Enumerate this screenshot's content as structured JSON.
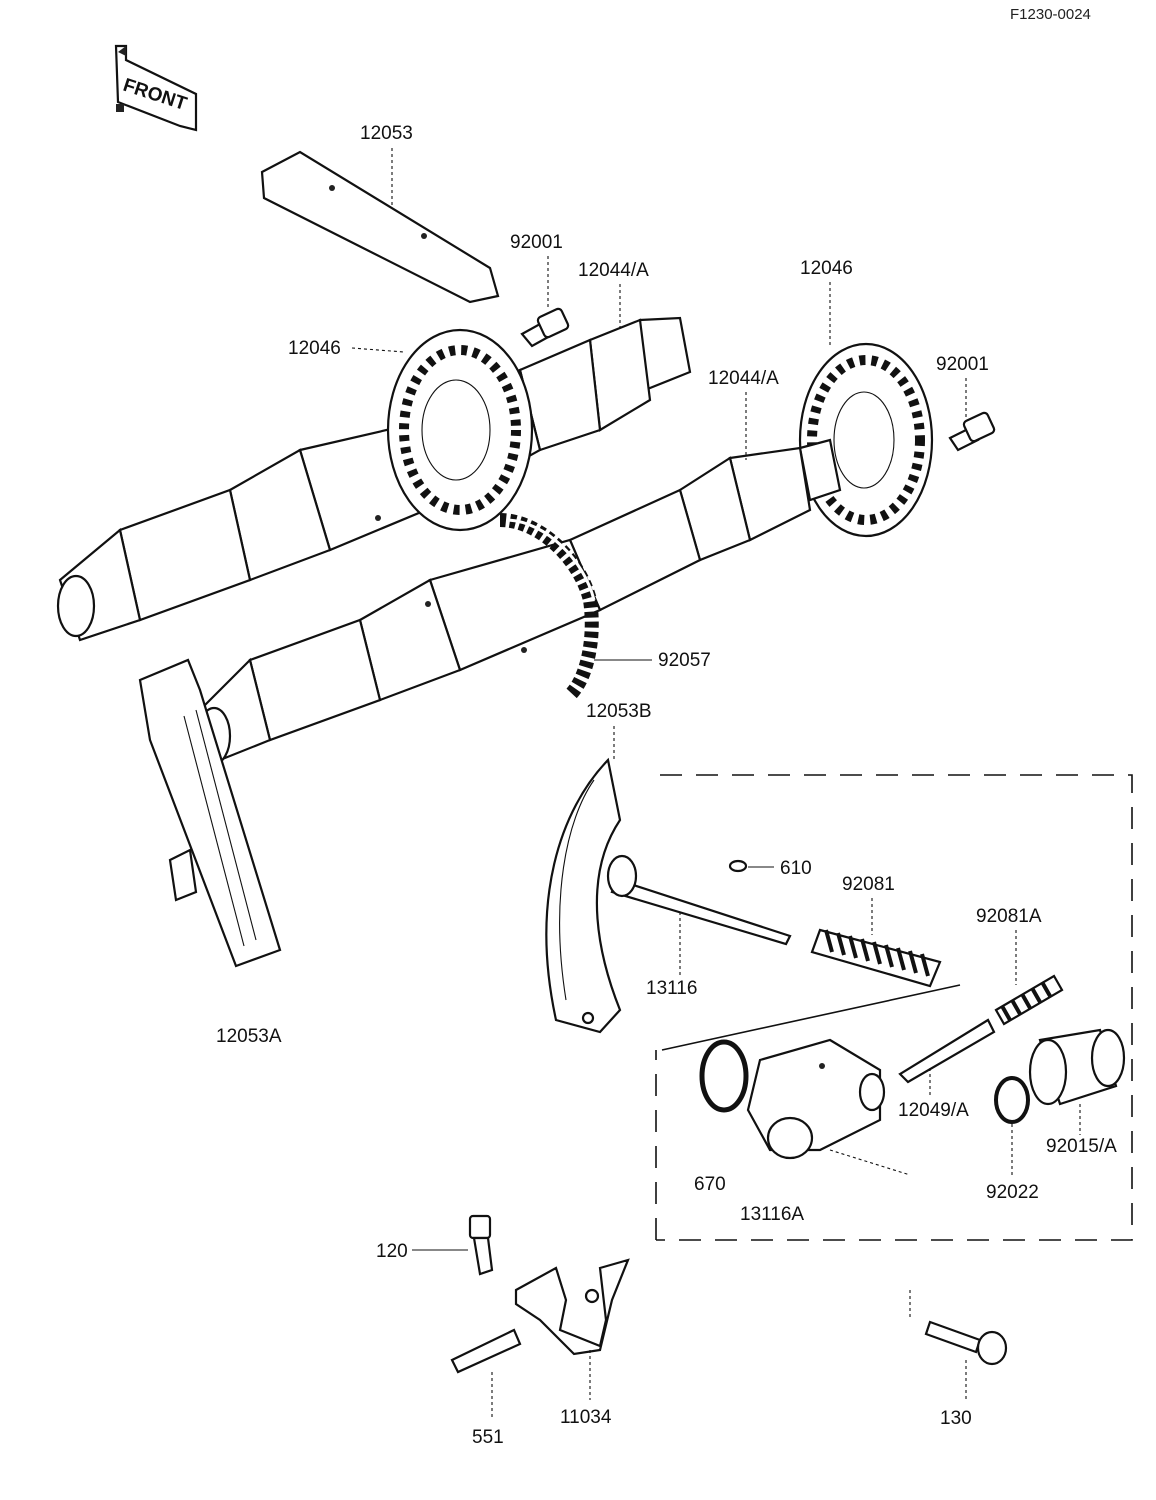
{
  "diagram": {
    "ref_code": "F1230-0024",
    "front_label": "FRONT",
    "parts": [
      {
        "id": "cam-cover",
        "label": "12053"
      },
      {
        "id": "bolt-upper-left",
        "label": "92001"
      },
      {
        "id": "camshaft-upper-label",
        "label": "12044/A"
      },
      {
        "id": "sprocket-left",
        "label": "12046"
      },
      {
        "id": "sprocket-right",
        "label": "12046"
      },
      {
        "id": "camshaft-right-label",
        "label": "12044/A"
      },
      {
        "id": "bolt-right",
        "label": "92001"
      },
      {
        "id": "chain",
        "label": "92057"
      },
      {
        "id": "guide-b",
        "label": "12053B"
      },
      {
        "id": "guide-a",
        "label": "12053A"
      },
      {
        "id": "pin-610",
        "label": "610"
      },
      {
        "id": "spring-92081",
        "label": "92081"
      },
      {
        "id": "spring-92081a",
        "label": "92081A"
      },
      {
        "id": "push-rod-13116a",
        "label": "13116A"
      },
      {
        "id": "rod-13116",
        "label": "13116"
      },
      {
        "id": "tensioner-body",
        "label": "12049/A"
      },
      {
        "id": "o-ring-670",
        "label": "670"
      },
      {
        "id": "washer-92022",
        "label": "92022"
      },
      {
        "id": "cap-92015a",
        "label": "92015/A"
      },
      {
        "id": "bolt-120",
        "label": "120"
      },
      {
        "id": "pin-551",
        "label": "551"
      },
      {
        "id": "bracket-11034",
        "label": "11034"
      },
      {
        "id": "bolt-130",
        "label": "130"
      }
    ]
  }
}
